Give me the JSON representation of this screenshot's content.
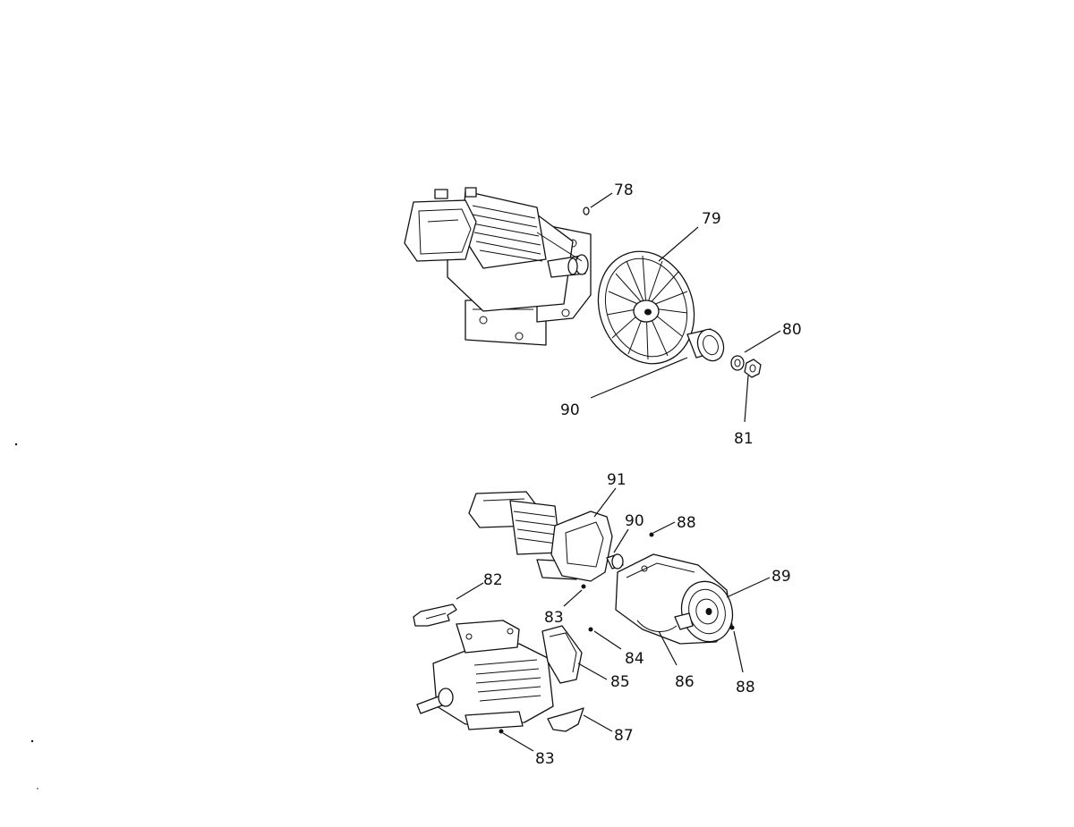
{
  "callouts": {
    "c78": "78",
    "c79": "79",
    "c80": "80",
    "c81": "81",
    "c90a": "90",
    "c91": "91",
    "c90b": "90",
    "c88a": "88",
    "c82": "82",
    "c89": "89",
    "c83a": "83",
    "c84": "84",
    "c85": "85",
    "c86": "86",
    "c88b": "88",
    "c87": "87",
    "c83b": "83"
  }
}
